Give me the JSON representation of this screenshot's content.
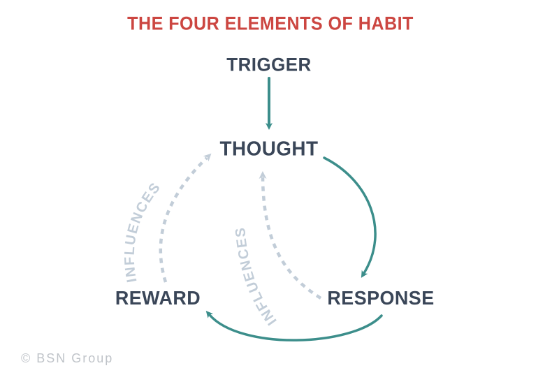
{
  "title": "THE FOUR ELEMENTS OF HABIT",
  "nodes": {
    "trigger": "TRIGGER",
    "thought": "THOUGHT",
    "response": "RESPONSE",
    "reward": "REWARD"
  },
  "arrows": {
    "solid": [
      {
        "from": "TRIGGER",
        "to": "THOUGHT"
      },
      {
        "from": "THOUGHT",
        "to": "RESPONSE"
      },
      {
        "from": "RESPONSE",
        "to": "REWARD"
      }
    ],
    "dashed": [
      {
        "from": "REWARD",
        "to": "THOUGHT",
        "label": "INFLUENCES"
      },
      {
        "from": "RESPONSE",
        "to": "THOUGHT",
        "label": "INFLUENCES"
      }
    ]
  },
  "watermark": "© BSN Group",
  "colors": {
    "background": "#ffffff",
    "title": "#cc4641",
    "node": "#3a4658",
    "solid-arrow": "#3c8e8b",
    "dashed-arrow": "#c2cdd8",
    "watermark": "#3a4658"
  }
}
